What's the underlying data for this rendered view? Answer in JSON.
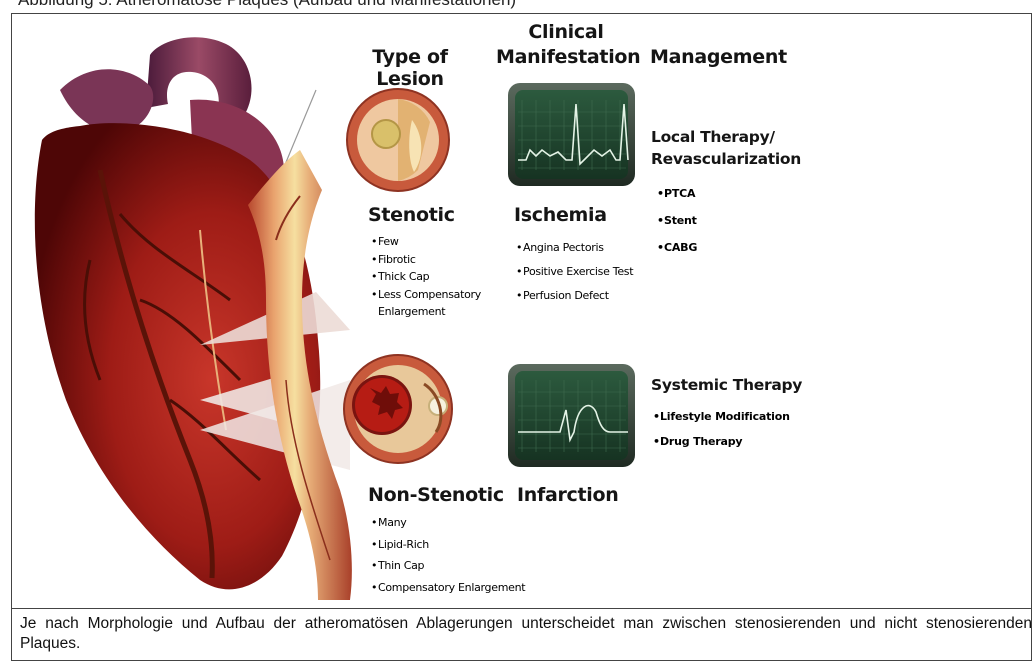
{
  "top_text": "Abbildung 5: Atheromatöse Plaques (Aufbau und Manifestationen)",
  "headers": {
    "lesion": "Type of Lesion",
    "clinical_line1": "Clinical",
    "clinical_line2": "Manifestation",
    "management": "Management"
  },
  "stenotic": {
    "title": "Stenotic",
    "items": [
      "Few",
      "Fibrotic",
      "Thick Cap",
      "Less Compensatory",
      "Enlargement"
    ],
    "manifestation": "Ischemia",
    "manifestation_items": [
      "Angina Pectoris",
      "Positive Exercise Test",
      "Perfusion Defect"
    ],
    "therapy_line1": "Local Therapy/",
    "therapy_line2": "Revascularization",
    "therapy_items": [
      "PTCA",
      "Stent",
      "CABG"
    ]
  },
  "non_stenotic": {
    "title": "Non-Stenotic",
    "items": [
      "Many",
      "Lipid-Rich",
      "Thin Cap",
      "Compensatory Enlargement"
    ],
    "manifestation": "Infarction",
    "therapy": "Systemic Therapy",
    "therapy_items": [
      "Lifestyle Modification",
      "Drug Therapy"
    ]
  },
  "caption": "Je nach Morphologie und Aufbau der atheromatösen Ablagerungen unterscheidet man zwischen stenosierenden und nicht stenosierenden Plaques.",
  "colors": {
    "heart_dark": "#6e0a0a",
    "heart_red": "#a8221a",
    "artery_wall": "#e2a06a",
    "plaque": "#f3d88e",
    "monitor_frame": "#2f3b30",
    "ecg_screen": "#1c3d2a",
    "ecg_line": "#d8eedc"
  }
}
